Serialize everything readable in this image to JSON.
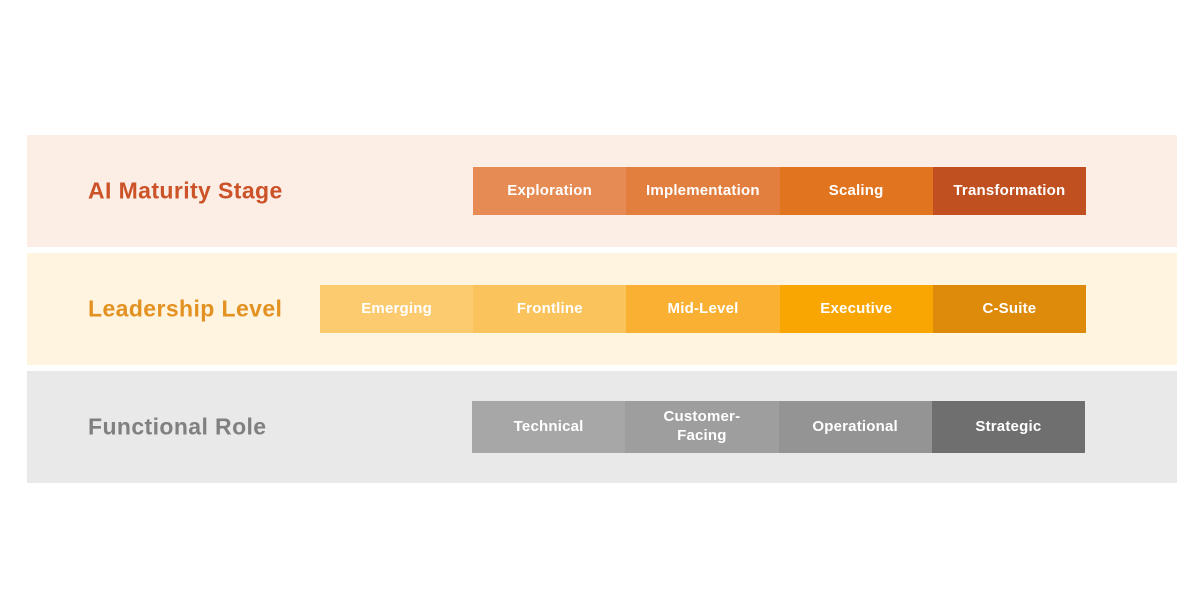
{
  "page": {
    "background_color": "#FFFFFF",
    "segment_text_color": "#FFFFFF"
  },
  "rows": [
    {
      "label": "AI Maturity Stage",
      "label_color": "#CC5228",
      "background": "#FCEDE5",
      "segments": [
        {
          "label": "Exploration",
          "color": "#E58B53"
        },
        {
          "label": "Implementation",
          "color": "#E27F3F"
        },
        {
          "label": "Scaling",
          "color": "#E1741F"
        },
        {
          "label": "Transformation",
          "color": "#C05020"
        }
      ]
    },
    {
      "label": "Leadership Level",
      "label_color": "#E39120",
      "background": "#FEF4E0",
      "segments": [
        {
          "label": "Emerging",
          "color": "#FCCA6F"
        },
        {
          "label": "Frontline",
          "color": "#FBC35C"
        },
        {
          "label": "Mid-Level",
          "color": "#FAB032"
        },
        {
          "label": "Executive",
          "color": "#F9A602"
        },
        {
          "label": "C-Suite",
          "color": "#DE8A0A"
        }
      ]
    },
    {
      "label": "Functional Role",
      "label_color": "#808080",
      "background": "#E9E9E9",
      "segments": [
        {
          "label": "Technical",
          "color": "#A7A7A7"
        },
        {
          "label": "Customer-\nFacing",
          "color": "#9E9E9E"
        },
        {
          "label": "Operational",
          "color": "#949494"
        },
        {
          "label": "Strategic",
          "color": "#6F6F6F"
        }
      ]
    }
  ]
}
